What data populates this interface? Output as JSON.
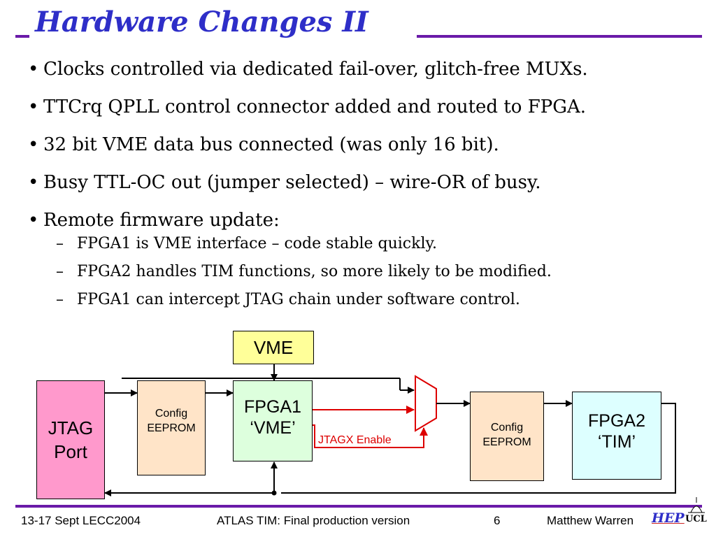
{
  "slide": {
    "title": "Hardware Changes II",
    "bullets": [
      "Clocks controlled via dedicated fail-over, glitch-free MUXs.",
      "TTCrq QPLL control connector added and routed to FPGA.",
      "32 bit VME data bus connected (was only 16 bit).",
      "Busy TTL-OC out (jumper selected) – wire-OR of busy.",
      "Remote firmware update:"
    ],
    "subbullets": [
      "FPGA1 is VME interface – code stable quickly.",
      "FPGA2 handles TIM functions, so more likely to be modified.",
      "FPGA1 can intercept JTAG chain under software control."
    ],
    "bullet_symbol": "•",
    "dash_symbol": "–"
  },
  "diagram": {
    "vme": "VME",
    "jtag_line1": "JTAG",
    "jtag_line2": "Port",
    "config1_line1": "Config",
    "config1_line2": "EEPROM",
    "fpga1_line1": "FPGA1",
    "fpga1_line2": "‘VME’",
    "config2_line1": "Config",
    "config2_line2": "EEPROM",
    "fpga2_line1": "FPGA2",
    "fpga2_line2": "‘TIM’",
    "jtagx_label": "JTAGX Enable",
    "colors": {
      "vme": "#ffff99",
      "jtag": "#ff99cc",
      "config": "#ffe4c8",
      "fpga1": "#ddffdd",
      "fpga2": "#ddffff",
      "signal": "#dd0000"
    }
  },
  "footer": {
    "date": "13-17 Sept  LECC2004",
    "talk": "ATLAS TIM: Final production version",
    "page": "6",
    "author": "Matthew Warren",
    "hep": "HEP",
    "ucl": "UCL"
  },
  "colors": {
    "title": "#2e2ec8",
    "rule": "#6a1aa8"
  }
}
